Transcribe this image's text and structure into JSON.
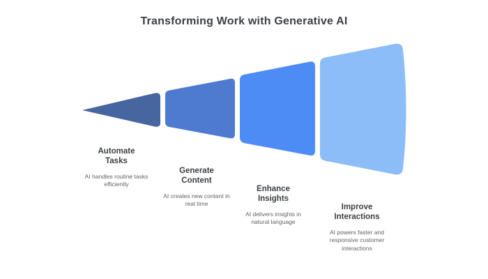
{
  "title": "Transforming Work with Generative AI",
  "segments": [
    {
      "label": "Automate Tasks",
      "description": "AI handles routine tasks efficiently",
      "color": "#47659f"
    },
    {
      "label": "Generate Content",
      "description": "AI creates new content in real time",
      "color": "#4e7ad0"
    },
    {
      "label": "Enhance Insights",
      "description": "AI delivers insights in natural language",
      "color": "#4e8cf5"
    },
    {
      "label": "Improve Interactions",
      "description": "AI powers faster and responsive customer interactions",
      "color": "#8cbdf9"
    }
  ]
}
